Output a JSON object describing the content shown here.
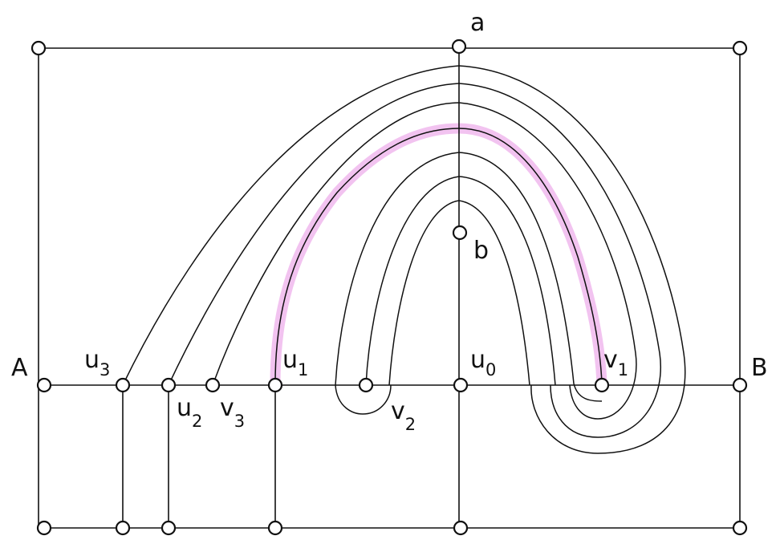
{
  "diagram": {
    "labels": {
      "a": "a",
      "b": "b",
      "A": "A",
      "B": "B",
      "u0": {
        "base": "u",
        "sub": "0"
      },
      "u1": {
        "base": "u",
        "sub": "1"
      },
      "u2": {
        "base": "u",
        "sub": "2"
      },
      "u3": {
        "base": "u",
        "sub": "3"
      },
      "v1": {
        "base": "v",
        "sub": "1"
      },
      "v2": {
        "base": "v",
        "sub": "2"
      },
      "v3": {
        "base": "v",
        "sub": "3"
      }
    },
    "highlight_color": "#ea9be6",
    "line_color": "#111111"
  }
}
